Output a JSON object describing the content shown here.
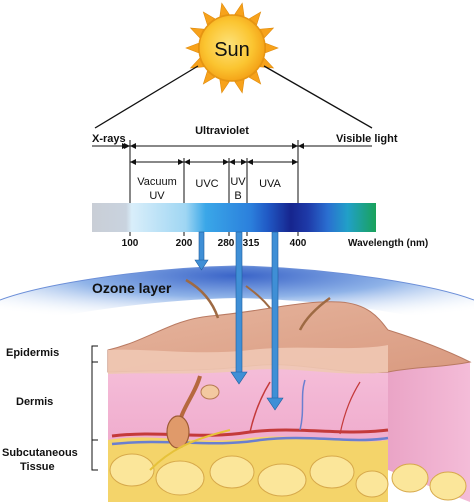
{
  "sun": {
    "label": "Sun"
  },
  "spectrum": {
    "regions": {
      "xrays": "X-rays",
      "ultraviolet": "Ultraviolet",
      "visible": "Visible light",
      "vacuum_uv_line1": "Vacuum",
      "vacuum_uv_line2": "UV",
      "uvc": "UVC",
      "uvb_line1": "UV",
      "uvb_line2": "B",
      "uva": "UVA"
    },
    "ticks": [
      "100",
      "200",
      "280",
      "315",
      "400"
    ],
    "axis_label": "Wavelength (nm)"
  },
  "ozone": {
    "label": "Ozone layer"
  },
  "skin": {
    "layers": {
      "epidermis": "Epidermis",
      "dermis": "Dermis",
      "subcutaneous_line1": "Subcutaneous",
      "subcutaneous_line2": "Tissue"
    }
  },
  "colors": {
    "sun_orange": "#f7a21b",
    "sun_core": "#fbc531",
    "arrow_blue": "#3f8fd6",
    "ozone_blue": "#8fb3e8",
    "skin_pink": "#f3b9d6",
    "epidermis_tan": "#e9b9a0"
  }
}
